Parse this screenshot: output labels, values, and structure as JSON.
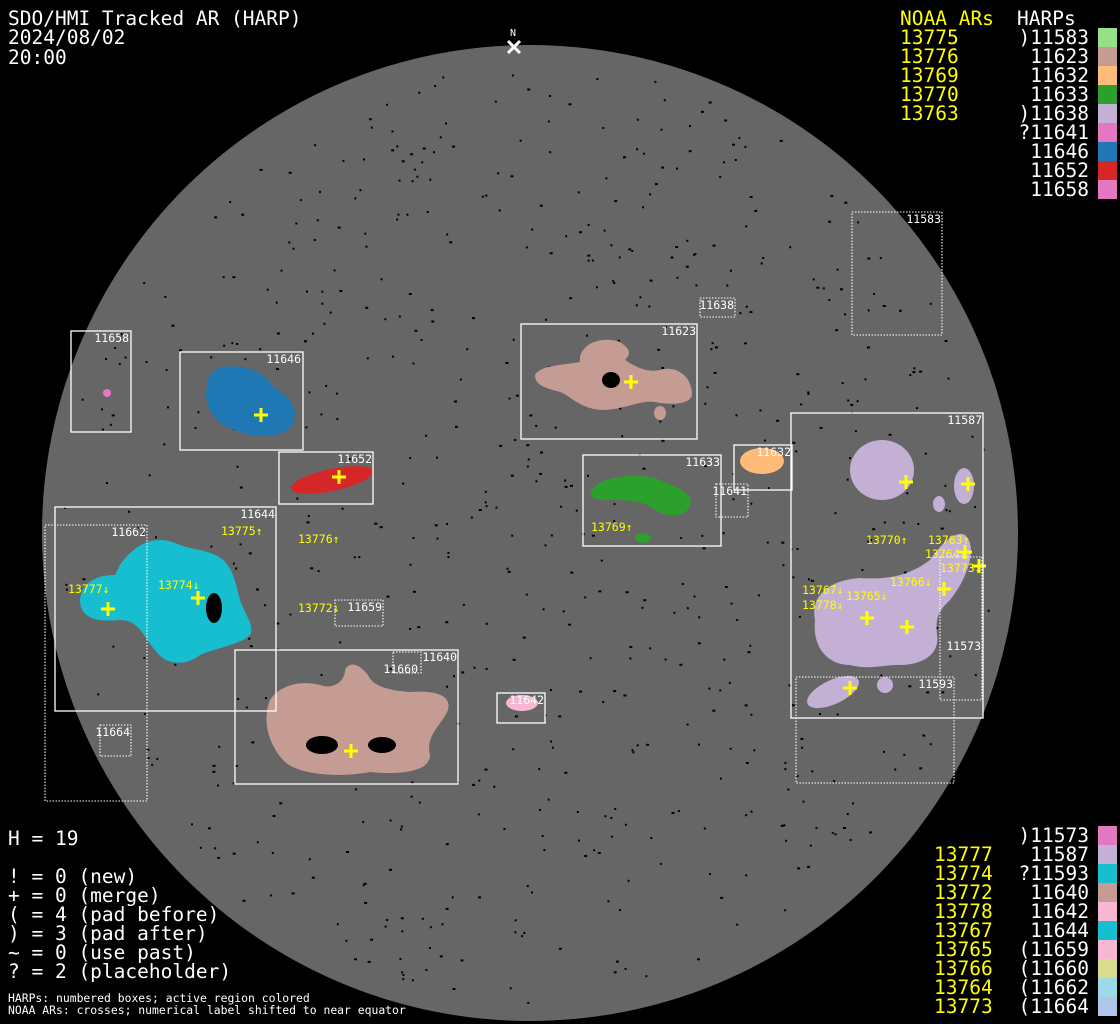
{
  "header": {
    "title": "SDO/HMI Tracked AR (HARP)",
    "date": "2024/08/02",
    "time": "20:00",
    "north_label": "N"
  },
  "legend_top": {
    "noaa_header": "NOAA ARs",
    "harp_header": "HARPs",
    "noaa": [
      "13775",
      "13776",
      "13769",
      "13770",
      "13763"
    ],
    "harps": [
      {
        "label": ")11583",
        "color": "#98df8a"
      },
      {
        "label": "11623",
        "color": "#c49c94"
      },
      {
        "label": "11632",
        "color": "#ffbb78"
      },
      {
        "label": "11633",
        "color": "#2ca02c"
      },
      {
        "label": ")11638",
        "color": "#c5b0d5"
      },
      {
        "label": "?11641",
        "color": "#e377c2"
      },
      {
        "label": "11646",
        "color": "#1f77b4"
      },
      {
        "label": "11652",
        "color": "#d62728"
      },
      {
        "label": "11658",
        "color": "#e377c2"
      }
    ]
  },
  "legend_bottom": {
    "noaa": [
      "",
      "13777",
      "13774",
      "13772",
      "13778",
      "13767",
      "13765",
      "13766",
      "13764",
      "13773"
    ],
    "harps": [
      {
        "label": ")11573",
        "color": "#e377c2"
      },
      {
        "label": "11587",
        "color": "#c5b0d5"
      },
      {
        "label": "?11593",
        "color": "#17becf"
      },
      {
        "label": "11640",
        "color": "#c49c94"
      },
      {
        "label": "11642",
        "color": "#f7b6d2"
      },
      {
        "label": "11644",
        "color": "#17becf"
      },
      {
        "label": "(11659",
        "color": "#f7b6d2"
      },
      {
        "label": "(11660",
        "color": "#dbdb8d"
      },
      {
        "label": "(11662",
        "color": "#9edae5"
      },
      {
        "label": "(11664",
        "color": "#aec7e8"
      }
    ]
  },
  "stats": {
    "h": "H = 19",
    "lines": [
      "! = 0 (new)",
      "+ = 0 (merge)",
      "( = 4 (pad before)",
      ") = 3 (pad after)",
      "~ = 0 (use past)",
      "? = 2 (placeholder)"
    ]
  },
  "footer": {
    "line1": "HARPs: numbered boxes; active region colored",
    "line2": "NOAA ARs: crosses; numerical label shifted to near equator"
  },
  "boxes": {
    "b11658": "11658",
    "b11646": "11646",
    "b11652": "11652",
    "b11644": "11644",
    "b11623": "11623",
    "b11633": "11633",
    "b11632": "11632",
    "b11587": "11587",
    "b11640": "11640",
    "b11642": "11642",
    "b11583": "11583",
    "b11638": "11638",
    "b11641": "11641",
    "b11662": "11662",
    "b11659": "11659",
    "b11660": "11660",
    "b11664": "11664",
    "b11593": "11593",
    "b11573": "11573"
  },
  "noaa_labels": {
    "n13775": "13775↑",
    "n13776": "13776↑",
    "n13769": "13769↑",
    "n13777": "13777↓",
    "n13774": "13774↓",
    "n13772": "13772↓",
    "n13770": "13770↑",
    "n13763": "13763↑",
    "n13764": "13764↓",
    "n13773": "13773↓",
    "n13766": "13766↓",
    "n13767": "13767↓",
    "n13765": "13765↓",
    "n13778": "13778↓"
  },
  "colors": {
    "disk": "#666666",
    "noaa": "#ffff00",
    "box": "#ffffff"
  }
}
